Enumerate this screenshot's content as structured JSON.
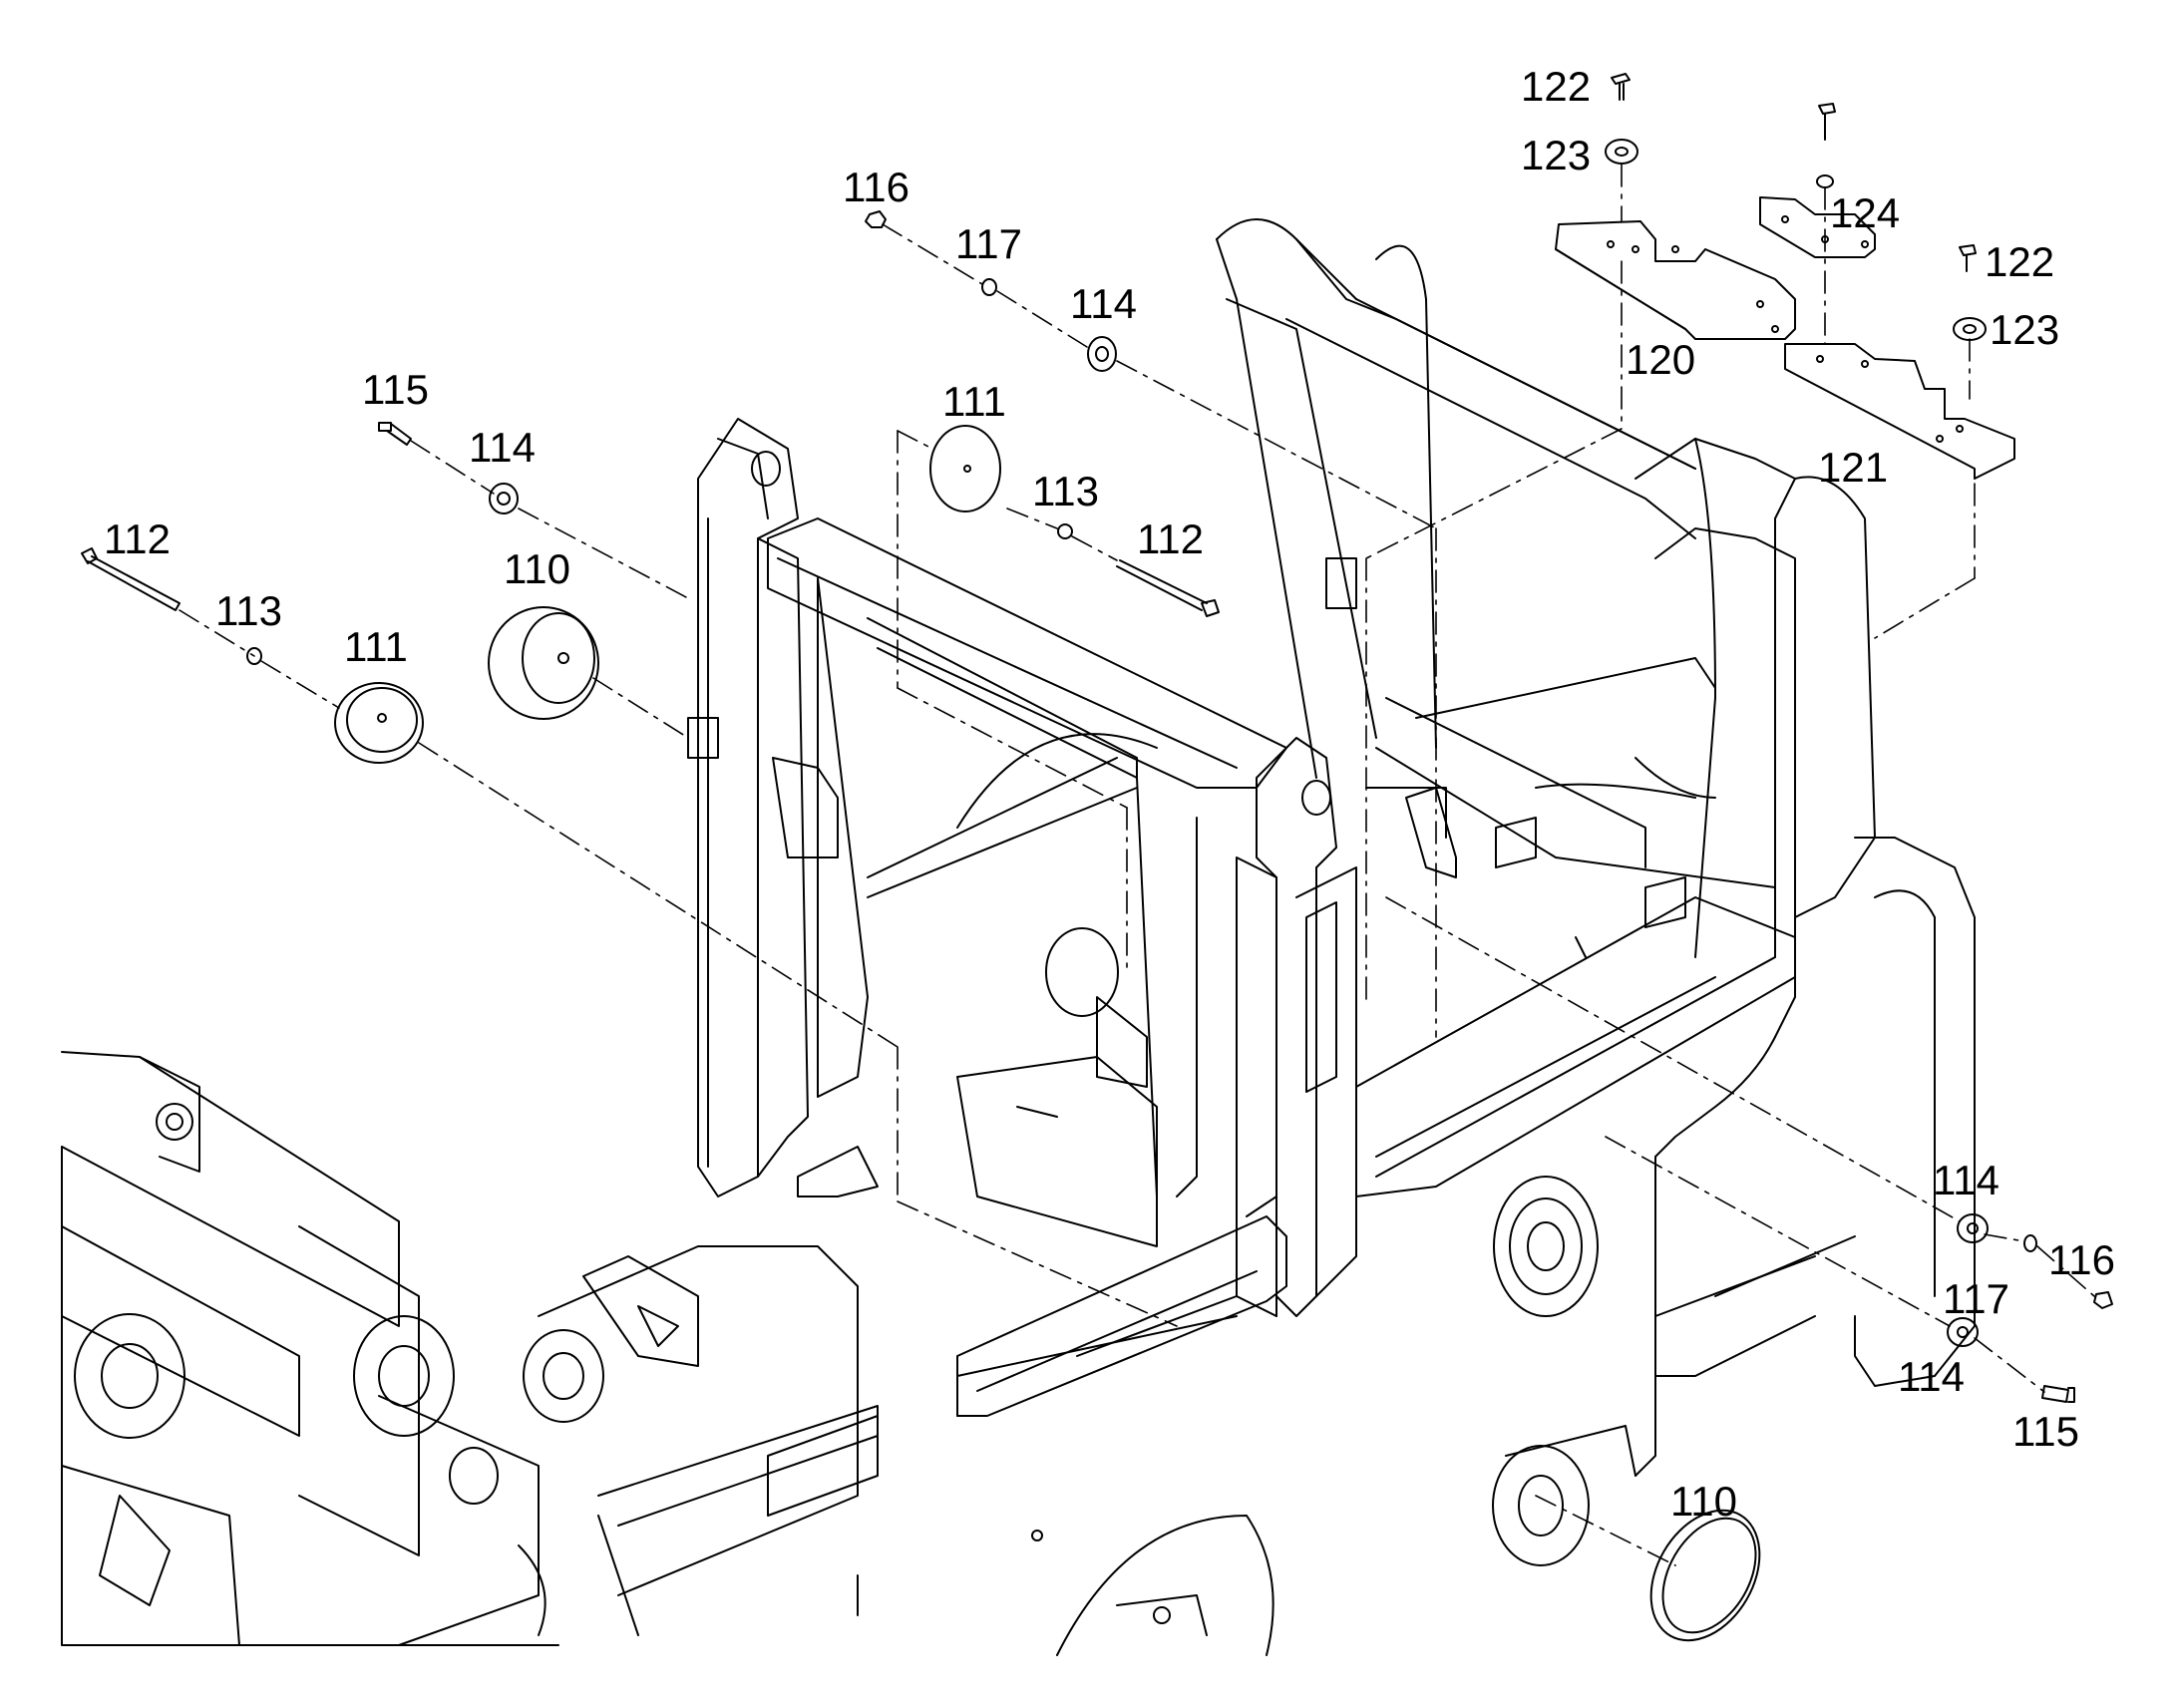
{
  "diagram": {
    "line_color": "#000000",
    "background": "#ffffff",
    "callouts": {
      "c110_a": "110",
      "c110_b": "110",
      "c111_a": "111",
      "c111_b": "111",
      "c112_a": "112",
      "c112_b": "112",
      "c113_a": "113",
      "c113_b": "113",
      "c114_a": "114",
      "c114_b": "114",
      "c114_c": "114",
      "c114_d": "114",
      "c115_a": "115",
      "c115_b": "115",
      "c116_a": "116",
      "c116_b": "116",
      "c117_a": "117",
      "c117_b": "117",
      "c120": "120",
      "c121": "121",
      "c122_a": "122",
      "c122_b": "122",
      "c123_a": "123",
      "c123_b": "123",
      "c124": "124"
    }
  }
}
